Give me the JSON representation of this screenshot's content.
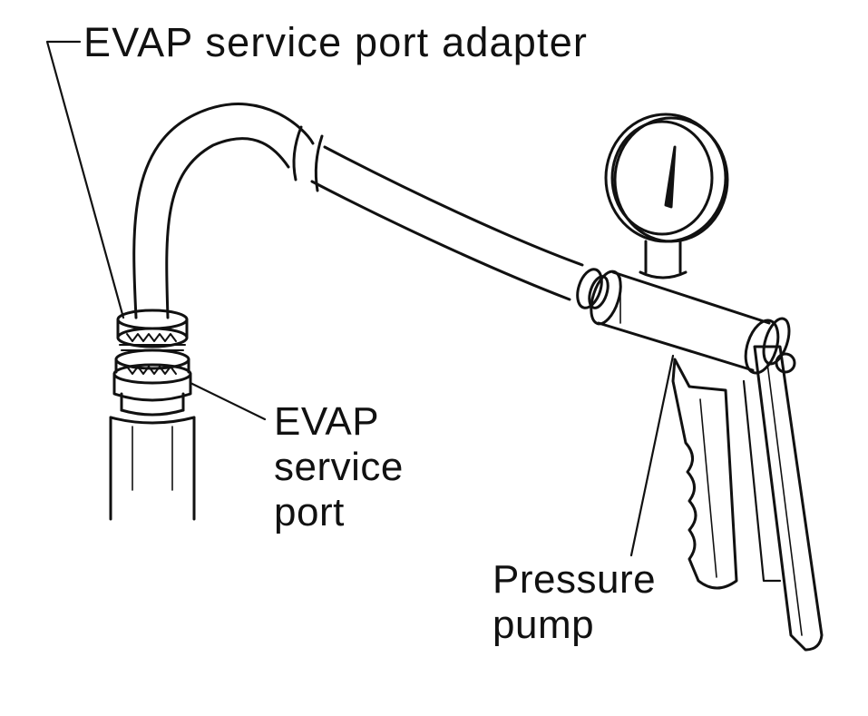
{
  "labels": {
    "adapter": "EVAP service port adapter",
    "port_lines": [
      "EVAP",
      "service",
      "port"
    ],
    "pump_lines": [
      "Pressure",
      "pump"
    ]
  },
  "colors": {
    "ink": "#111111",
    "background": "#ffffff",
    "shade": "#555555"
  }
}
